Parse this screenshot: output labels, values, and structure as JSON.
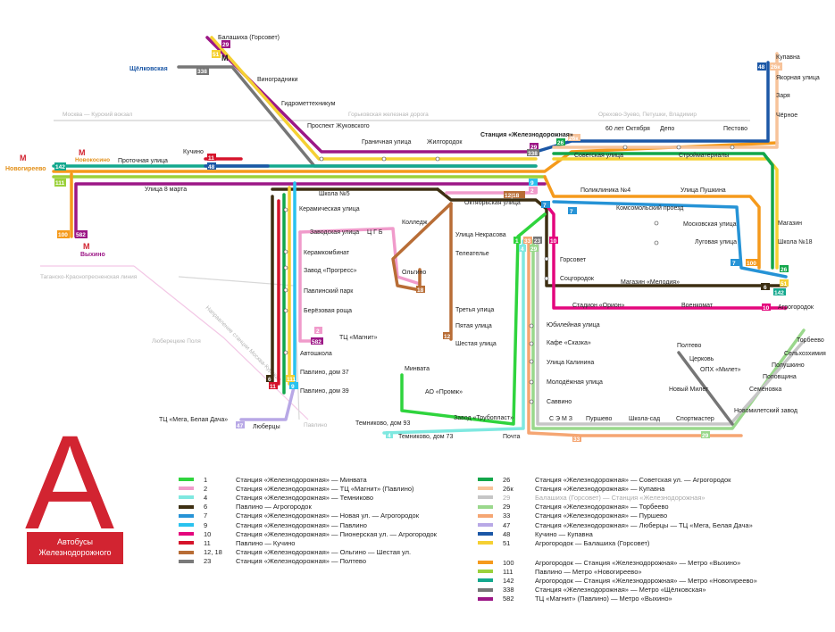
{
  "brand": {
    "letter": "А",
    "line1": "Автобусы",
    "line2": "Железнодорожного",
    "color": "#d22431"
  },
  "metro": {
    "novogireevo": "Новогиреево",
    "novokosino": "Новокосино",
    "vykhino": "Выхино",
    "shchyolkovskaya": "Щёлковская"
  },
  "rail": {
    "kursk": "Москва — Курский вокзал",
    "gorky": "Горьковская железная дорога",
    "orekhovo": "Орехово-Зуево, Петушки, Владимир",
    "taganskaya": "Таганско-Краснопресненская линия",
    "lubertsy_pole": "Люберецкие Поля",
    "napravlenie": "Направление станции Москва-Курская",
    "pavlino_station": "Павлино"
  },
  "stops": {
    "balashikha": "Балашиха (Горсовет)",
    "vinogradniki": "Виноградники",
    "gidrometteh": "Гидрометтехникум",
    "zhukovsky": "Проспект Жуковского",
    "granichnaya": "Граничная улица",
    "zhilgorodok": "Жилгородок",
    "station": "Станция «Железнодорожная»",
    "oktyabrya60": "60 лет Октября",
    "depo": "Депо",
    "pestovo": "Пестово",
    "kupavna": "Купавна",
    "yakornaya": "Якорная улица",
    "zarya": "Заря",
    "chyornoe": "Чёрное",
    "kuchino": "Кучино",
    "protochnaya": "Проточная улица",
    "march8": "Улица 8 марта",
    "sovetskaya": "Советская улица",
    "stroymaterialy": "Стройматериалы",
    "school5": "Школа №5",
    "oktyabrskaya": "Октябрьская улица",
    "poliklinika": "Поликлиника №4",
    "pushkina": "Улица Пушкина",
    "komsomolsky": "Комсомольский проезд",
    "magazin": "Магазин",
    "moskovskaya": "Московская улица",
    "school18": "Школа №18",
    "lugovaya": "Луговая улица",
    "keramicheskaya": "Керамическая улица",
    "zavodskaya": "Заводская улица",
    "tsgb": "Ц Г Б",
    "kolledzh": "Колледж",
    "nekrasova": "Улица Некрасова",
    "keramkombinat": "Керамкомбинат",
    "teleatele": "Телеателье",
    "progress": "Завод «Прогресс»",
    "olgino": "Ольгино",
    "gorsovet": "Горсовет",
    "pavlinsky": "Павлинский парк",
    "sotsgorod": "Соцгородок",
    "melodia": "Магазин «Мелодия»",
    "beryozovaya": "Берёзовая роща",
    "orion": "Стадион «Орион»",
    "voenkomat": "Военкомат",
    "agrogorodok": "Агрогородок",
    "tretya": "Третья улица",
    "pyataya": "Пятая улица",
    "magnit": "ТЦ «Магнит»",
    "yubileynaya": "Юбилейная улица",
    "shestaya": "Шестая улица",
    "avtoshkola": "Автошкола",
    "skazka": "Кафе «Сказка»",
    "pavlino37": "Павлино, дом 37",
    "pavlino39": "Павлино, дом 39",
    "kalinina": "Улица Калинина",
    "minvata": "Минвата",
    "promzh": "АО «Промж»",
    "molodyozhnaya": "Молодёжная улица",
    "polteevo": "Полтево",
    "tserkov": "Церковь",
    "opx": "ОПХ «Милет»",
    "novy_milet": "Новый Милет",
    "torbeevo": "Торбеево",
    "selkhozkhimiya": "Сельхозхимия",
    "polushkino": "Полушкино",
    "popovshchina": "Поповщина",
    "semyonovka": "Семёновка",
    "savvino": "Саввино",
    "novomiletsky": "Новомилетский завод",
    "mega": "ТЦ «Мега, Белая Дача»",
    "temnikovo93": "Темниково, дом 93",
    "truboplast": "Завод «Трубопласт»",
    "lubertsy": "Люберцы",
    "temnikovo73": "Темниково, дом 73",
    "pochta": "Почта",
    "sem3": "С Э М З",
    "purshevo": "Пуршево",
    "shkola_sad": "Школа-сад",
    "sportmaster": "Спортмастер"
  },
  "legend_left": [
    {
      "num": "1",
      "color": "#2fd43d",
      "label": "Станция «Железнодорожная» — Минвата"
    },
    {
      "num": "2",
      "color": "#f09bcb",
      "label": "Станция «Железнодорожная» — ТЦ «Магнит» (Павлино)"
    },
    {
      "num": "4",
      "color": "#7fe8e0",
      "label": "Станция «Железнодорожная» — Темниково"
    },
    {
      "num": "6",
      "color": "#3d2f12",
      "label": "Павлино — Агрогородок"
    },
    {
      "num": "7",
      "color": "#2693d6",
      "label": "Станция «Железнодорожная» — Новая ул. — Агрогородок"
    },
    {
      "num": "9",
      "color": "#29c2ef",
      "label": "Станция «Железнодорожная» — Павлино"
    },
    {
      "num": "10",
      "color": "#e4067d",
      "label": "Станция «Железнодорожная» — Пионерская ул. — Агрогородок"
    },
    {
      "num": "11",
      "color": "#d6142b",
      "label": "Павлино — Кучино"
    },
    {
      "num": "12, 18",
      "color": "#b86d36",
      "label": "Станция «Железнодорожная» — Ольгино — Шестая ул."
    },
    {
      "num": "23",
      "color": "#7a7a7a",
      "label": "Станция «Железнодорожная» — Полтево"
    }
  ],
  "legend_right": [
    {
      "num": "26",
      "color": "#12a64a",
      "label": "Станция «Железнодорожная» — Советская ул. — Агрогородок",
      "inactive": false
    },
    {
      "num": "26к",
      "color": "#f7c39a",
      "label": "Станция «Железнодорожная» — Купавна",
      "inactive": false
    },
    {
      "num": "29",
      "color": "#c6c6c6",
      "label": "Балашиха (Горсовет) — Станция «Железнодорожная»",
      "inactive": true
    },
    {
      "num": "29",
      "color": "#9ad88c",
      "label": "Станция «Железнодорожная» — Торбеево",
      "inactive": false
    },
    {
      "num": "33",
      "color": "#f5a673",
      "label": "Станция «Железнодорожная» — Пуршево",
      "inactive": false
    },
    {
      "num": "47",
      "color": "#b8a8e6",
      "label": "Станция «Железнодорожная» — Люберцы — ТЦ «Мега, Белая Дача»",
      "inactive": false
    },
    {
      "num": "48",
      "color": "#1b57a6",
      "label": "Кучино — Купавна",
      "inactive": false
    },
    {
      "num": "51",
      "color": "#f5d033",
      "label": "Агрогородок — Балашиха (Горсовет)",
      "inactive": false
    }
  ],
  "legend_right2": [
    {
      "num": "100",
      "color": "#f59a1c",
      "label": "Агрогородок — Станция «Железнодорожная» — Метро «Выхино»"
    },
    {
      "num": "111",
      "color": "#9bd13b",
      "label": "Павлино — Метро «Новогиреево»"
    },
    {
      "num": "142",
      "color": "#13a88e",
      "label": "Агрогородок — Станция «Железнодорожная» — Метро «Новогиреево»"
    },
    {
      "num": "338",
      "color": "#767676",
      "label": "Станция «Железнодорожная» — Метро «Щёлковская»"
    },
    {
      "num": "582",
      "color": "#9c1786",
      "label": "ТЦ «Магнит» (Павлино) — Метро «Выхино»"
    }
  ],
  "badges": {
    "b1": "1",
    "b2": "2",
    "b4": "4",
    "b6": "6",
    "b7": "7",
    "b9": "9",
    "b10": "10",
    "b11": "11",
    "b12": "12",
    "b18": "18",
    "b23": "23",
    "b26": "26",
    "b26k": "26к",
    "b29": "29",
    "b33": "33",
    "b47": "47",
    "b48": "48",
    "b51": "51",
    "b100": "100",
    "b111": "111",
    "b142": "142",
    "b338": "338",
    "b582": "582",
    "b12_18": "12|18"
  }
}
